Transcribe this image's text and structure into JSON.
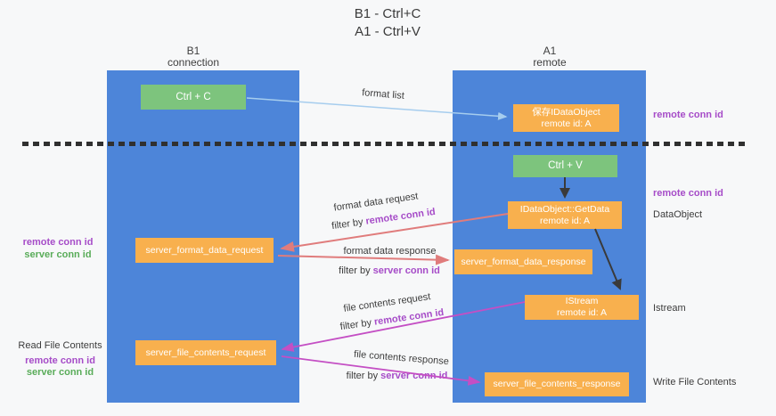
{
  "title": {
    "line1": "B1 - Ctrl+C",
    "line2": "A1 - Ctrl+V"
  },
  "columns": {
    "b1": {
      "name": "B1",
      "sub": "connection"
    },
    "a1": {
      "name": "A1",
      "sub": "remote"
    }
  },
  "boxes": {
    "ctrl_c": {
      "label": "Ctrl + C"
    },
    "save_idataobject": {
      "line1": "保存IDataObject",
      "line2": "remote id: A"
    },
    "ctrl_v": {
      "label": "Ctrl + V"
    },
    "getdata": {
      "line1": "IDataObject::GetData",
      "line2": "remote id: A"
    },
    "format_request": {
      "label": "server_format_data_request"
    },
    "format_response": {
      "label": "server_format_data_response"
    },
    "istream": {
      "line1": "IStream",
      "line2": "remote id: A"
    },
    "file_request": {
      "label": "server_file_contents_request"
    },
    "file_response": {
      "label": "server_file_contents_response"
    }
  },
  "shared": {
    "remote_conn_id": "remote conn id",
    "server_conn_id": "server conn id"
  },
  "arrow_labels": {
    "format_list": "format list",
    "filter_by": "filter by",
    "format_data_request": "format data request",
    "format_data_response": "format data response",
    "file_contents_request": "file contents request",
    "file_contents_response": "file contents response"
  },
  "side_labels": {
    "data_object": "DataObject",
    "istream": "Istream",
    "read_file_contents": "Read File Contents",
    "write_file_contents": "Write File Contents"
  },
  "colors": {
    "column_blue": "#4d85d9",
    "box_green": "#7dc47d",
    "box_orange": "#f8b04e",
    "arrow_light_blue": "#a6cdee",
    "arrow_red": "#e07c7c",
    "arrow_magenta": "#c44fc4",
    "arrow_black": "#3a3a3a",
    "text_purple": "#a64cc8",
    "text_green": "#59ac59",
    "text_dark": "#3c3c3c"
  }
}
